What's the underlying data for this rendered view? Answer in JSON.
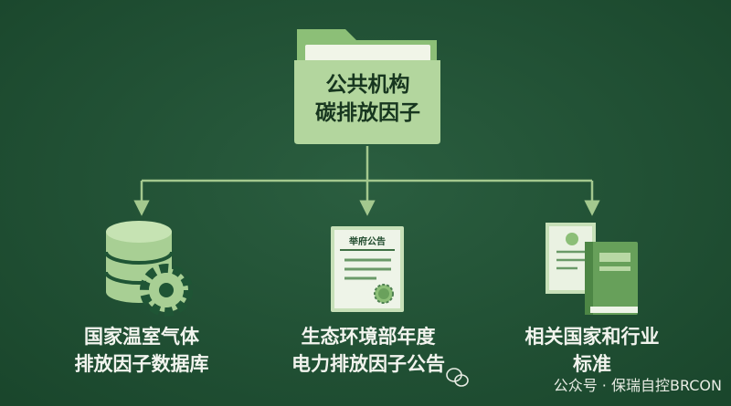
{
  "root": {
    "lines": [
      "公共机构",
      "碳排放因子"
    ]
  },
  "children": [
    {
      "lines": [
        "国家温室气体",
        "排放因子数据库"
      ],
      "icon": "database-gear-icon"
    },
    {
      "lines": [
        "生态环境部年度",
        "电力排放因子公告"
      ],
      "icon": "announcement-document-icon",
      "doc_title": "举府公告"
    },
    {
      "lines": [
        "相关国家和行业",
        "标准"
      ],
      "icon": "standards-book-icon"
    }
  ],
  "watermark": "公众号 · 保瑞自控BRCON",
  "colors": {
    "background": "#1f5535",
    "accent": "#a8cf94",
    "line": "#a3c88e"
  }
}
